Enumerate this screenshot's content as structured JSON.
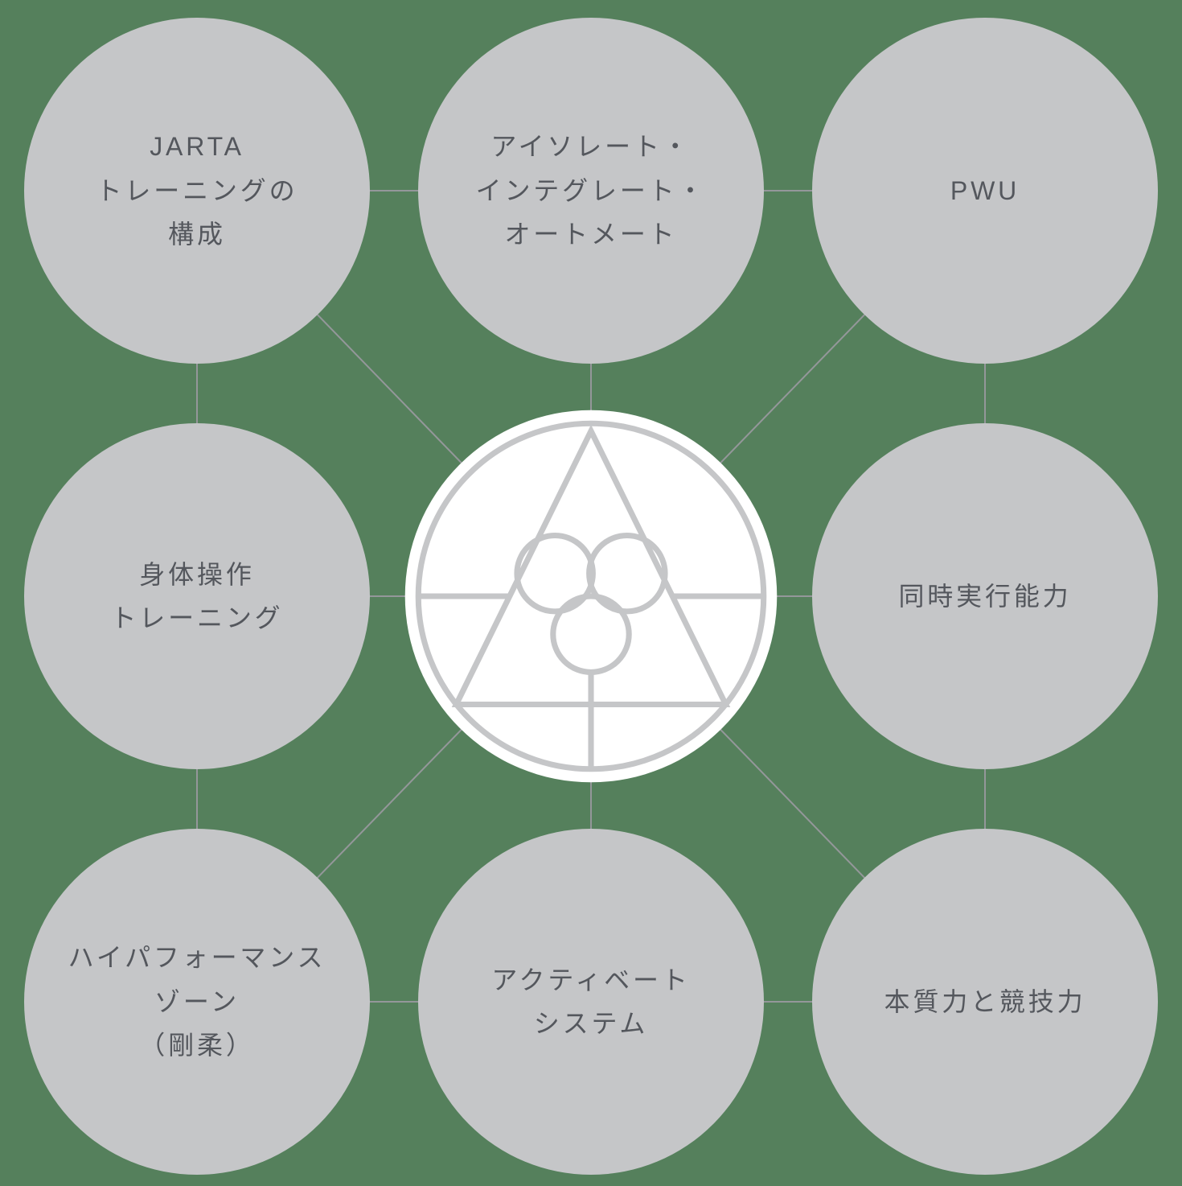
{
  "diagram": {
    "colors": {
      "background": "#55805C",
      "node_fill": "#C5C6C8",
      "node_text": "#54575D",
      "connector": "#94979A",
      "center_fill": "#FFFFFF",
      "logo_stroke": "#C5C6C8"
    },
    "center": {
      "icon": "jarta-triangle-trefoil-logo"
    },
    "nodes": [
      {
        "id": "jarta-training-structure",
        "label": "JARTA\nトレーニングの\n構成"
      },
      {
        "id": "isolate-integrate-automate",
        "label": "アイソレート・\nインテグレート・\nオートメート"
      },
      {
        "id": "pwu",
        "label": "PWU"
      },
      {
        "id": "body-operation-training",
        "label": "身体操作\nトレーニング"
      },
      {
        "id": "simultaneous-execution-ability",
        "label": "同時実行能力"
      },
      {
        "id": "high-performance-zone",
        "label": "ハイパフォーマンス\nゾーン\n（剛柔）"
      },
      {
        "id": "activate-system",
        "label": "アクティベート\nシステム"
      },
      {
        "id": "essential-and-competitive-power",
        "label": "本質力と競技力"
      }
    ]
  }
}
